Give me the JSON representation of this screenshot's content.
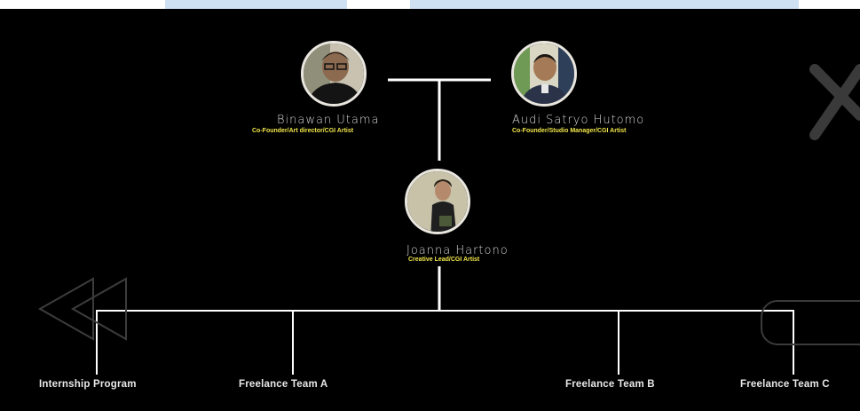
{
  "people": [
    {
      "name": "Binawan Utama",
      "role": "Co-Founder/Art director/CGI Artist"
    },
    {
      "name": "Audi Satryo Hutomo",
      "role": "Co-Founder/Studio Manager/CGI Artist"
    },
    {
      "name": "Joanna Hartono",
      "role": "Creative Lead/CGI Artist"
    }
  ],
  "teams": [
    "Internship Program",
    "Freelance Team A",
    "Freelance Team B",
    "Freelance Team C"
  ],
  "colors": {
    "background": "#000000",
    "role_text": "#f1e64a",
    "lines": "#ffffff"
  },
  "icons": {
    "close": "close-icon",
    "rewind": "rewind-icon",
    "next": "next-tab-icon"
  }
}
